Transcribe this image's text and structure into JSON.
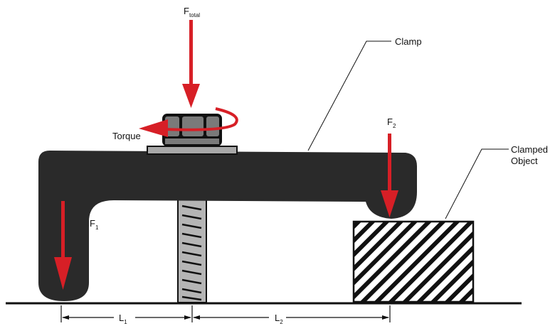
{
  "labels": {
    "f_total": "F",
    "f_total_sub": "total",
    "f1": "F",
    "f1_sub": "1",
    "f2": "F",
    "f2_sub": "2",
    "torque": "Torque",
    "clamp": "Clamp",
    "clamped_object_line1": "Clamped",
    "clamped_object_line2": "Object",
    "l1": "L",
    "l1_sub": "1",
    "l2": "L",
    "l2_sub": "2"
  },
  "colors": {
    "clamp": "#2a2a2a",
    "arrow": "#d71f26",
    "screw": "#b5b5b5",
    "nut": "#777777"
  }
}
